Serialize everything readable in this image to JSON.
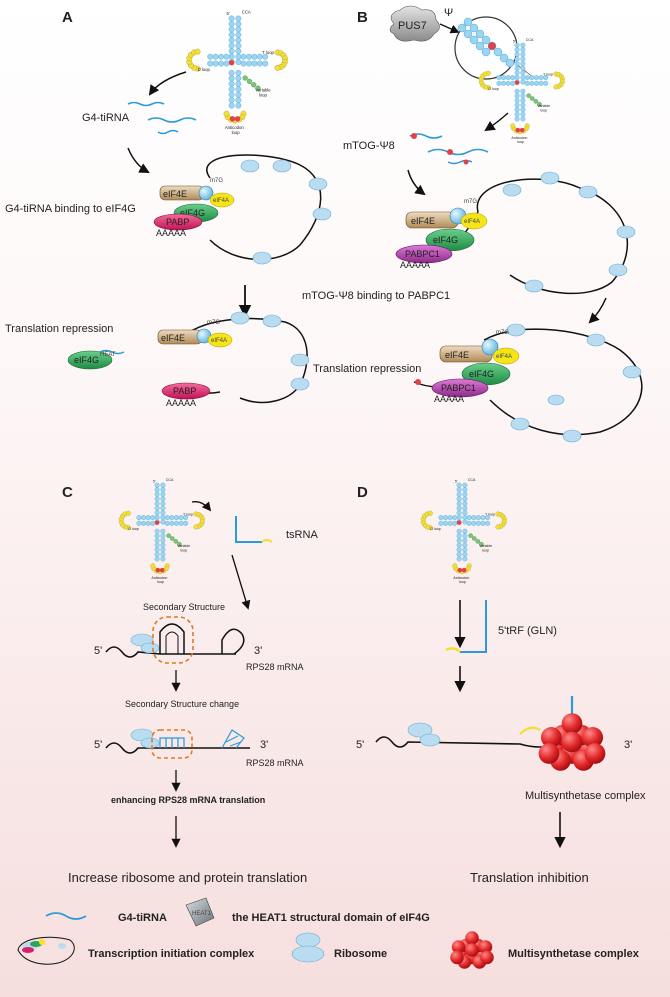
{
  "panels": {
    "a": "A",
    "b": "B",
    "c": "C",
    "d": "D"
  },
  "trna": {
    "five": "5'",
    "cca": "CCA",
    "t_loop": "T loop",
    "d_loop": "D loop",
    "variable": "Variable",
    "loop": "loop",
    "anticodon": "Anticodon",
    "anticodon_loop": "loop"
  },
  "proteins": {
    "eif4e": "eIF4E",
    "eif4a": "eIF4A",
    "eif4g": "eIF4G",
    "heat": "HEAT",
    "pabp": "PABP",
    "pabpc1": "PABPC1",
    "m7g": "m7G",
    "polya": "AAAAA"
  },
  "panel_a": {
    "g4": "G4-tiRNA",
    "binding": "G4-tiRNA binding to eIF4G",
    "repression": "Translation repression"
  },
  "panel_b": {
    "pus7": "PUS7",
    "psi": "Ψ",
    "mtog": "mTOG-Ψ8",
    "binding": "mTOG-Ψ8 binding to PABPC1",
    "repression": "Translation repression"
  },
  "panel_c": {
    "tsrna": "tsRNA",
    "secondary": "Secondary Structure",
    "change": "Secondary Structure change",
    "five": "5'",
    "three": "3'",
    "mrna": "RPS28 mRNA",
    "enhancing": "enhancing RPS28 mRNA  translation",
    "increase": "Increase ribosome and protein translation"
  },
  "panel_d": {
    "trf": "5'tRF (GLN)",
    "five": "5'",
    "three": "3'",
    "msc": "Multisynthetase complex",
    "inhibition": "Translation inhibition"
  },
  "legend": {
    "g4": "G4-tiRNA",
    "heat_icon": "HEAT1",
    "heat": "the HEAT1 structural domain of eIF4G",
    "tic": "Transcription initiation complex",
    "ribosome": "Ribosome",
    "msc": "Multisynthetase complex"
  },
  "colors": {
    "rna": "#2a9bd6",
    "bead": "#9dd5f0",
    "bead_stroke": "#4aa7d8",
    "yellow": "#f2df3c",
    "red": "#e2404a",
    "orange": "#e07a20",
    "eif4e": "#c9a87a",
    "eif4a": "#f5e41a",
    "eif4g": "#2aa55a",
    "pabp": "#d9206a",
    "pabpc1": "#b040a8",
    "ribosome": "#b9dcf0"
  }
}
